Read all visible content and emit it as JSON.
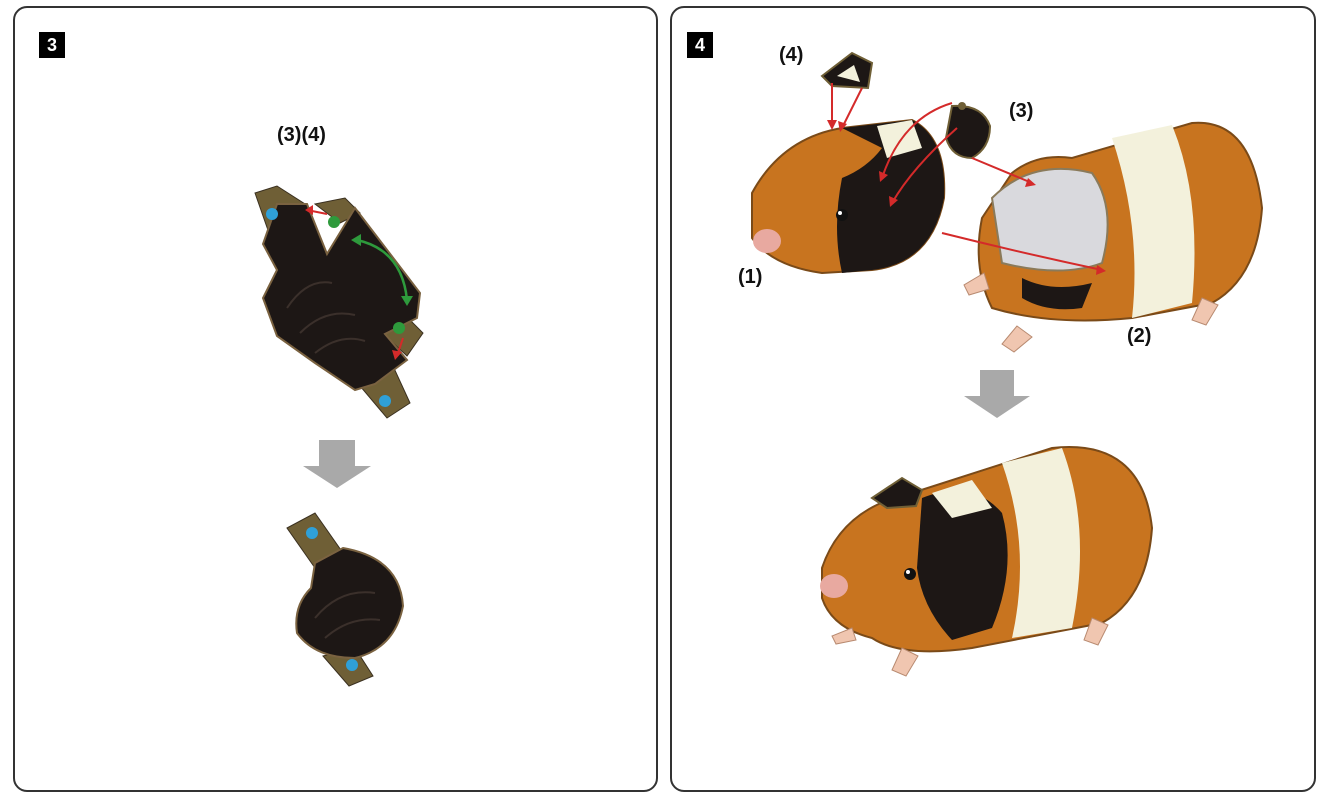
{
  "panels": [
    {
      "step": "3",
      "labels": [
        "(3)(4)"
      ]
    },
    {
      "step": "4",
      "labels": [
        "(4)",
        "(3)",
        "(1)",
        "(2)"
      ]
    }
  ],
  "colors": {
    "fur_black": "#1d1715",
    "fur_orange": "#c8741f",
    "fur_cream": "#f3f1dc",
    "tab_olive": "#6f5f36",
    "dot_blue": "#2fa0d8",
    "dot_green": "#2e9a3c",
    "arrow_red": "#d42a2a",
    "arrow_green": "#2e9a3c",
    "down_arrow_gray": "#a9a9a9"
  }
}
